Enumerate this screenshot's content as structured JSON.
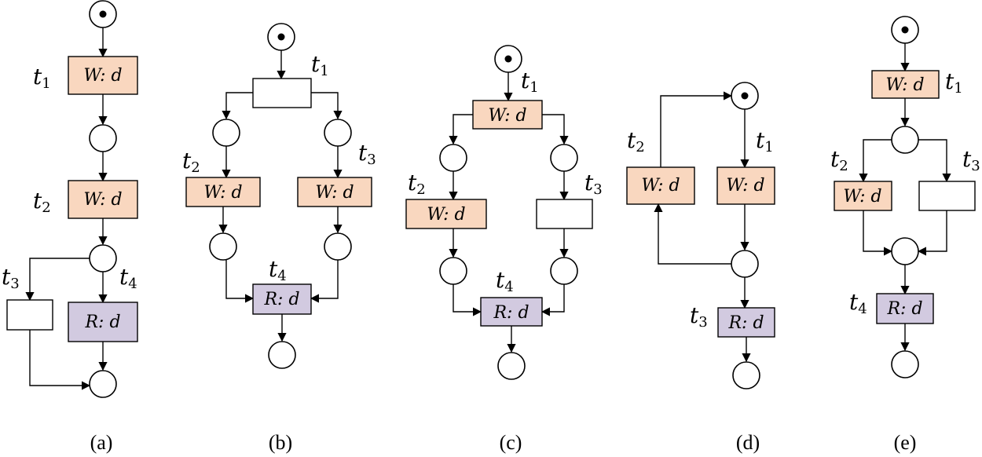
{
  "colors": {
    "write": "#f9d7bf",
    "read": "#d2cae0",
    "empty": "#ffffff"
  },
  "labels": {
    "write": "W: d",
    "read": "R: d"
  },
  "transitions": {
    "t1": "t",
    "s1": "1",
    "s2": "2",
    "s3": "3",
    "s4": "4"
  },
  "captions": {
    "a": "(a)",
    "b": "(b)",
    "c": "(c)",
    "d": "(d)",
    "e": "(e)"
  }
}
